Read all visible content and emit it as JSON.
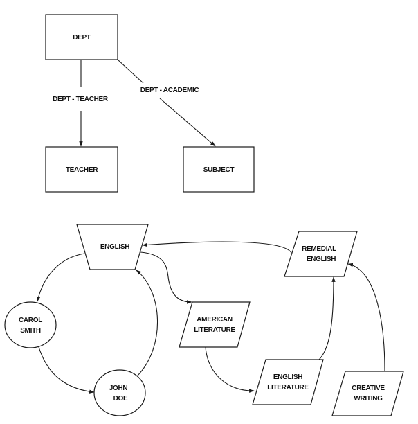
{
  "diagram": {
    "top_schema": {
      "nodes": [
        {
          "id": "dept",
          "label": "DEPT",
          "shape": "rectangle"
        },
        {
          "id": "teacher",
          "label": "TEACHER",
          "shape": "rectangle"
        },
        {
          "id": "subject",
          "label": "SUBJECT",
          "shape": "rectangle"
        }
      ],
      "edges": [
        {
          "from": "dept",
          "to": "teacher",
          "label": "DEPT - TEACHER"
        },
        {
          "from": "dept",
          "to": "subject",
          "label": "DEPT - ACADEMIC"
        }
      ]
    },
    "bottom_instance": {
      "nodes": [
        {
          "id": "english",
          "label": [
            "ENGLISH"
          ],
          "shape": "trapezoid"
        },
        {
          "id": "carol_smith",
          "label": [
            "CAROL",
            "SMITH"
          ],
          "shape": "ellipse"
        },
        {
          "id": "john_doe",
          "label": [
            "JOHN",
            "DOE"
          ],
          "shape": "ellipse"
        },
        {
          "id": "american_literature",
          "label": [
            "AMERICAN",
            "LITERATURE"
          ],
          "shape": "parallelogram"
        },
        {
          "id": "english_literature",
          "label": [
            "ENGLISH",
            "LITERATURE"
          ],
          "shape": "parallelogram"
        },
        {
          "id": "remedial_english",
          "label": [
            "REMEDIAL",
            "ENGLISH"
          ],
          "shape": "parallelogram"
        },
        {
          "id": "creative_writing",
          "label": [
            "CREATIVE",
            "WRITING"
          ],
          "shape": "parallelogram"
        }
      ],
      "edges": [
        {
          "from": "english",
          "to": "carol_smith"
        },
        {
          "from": "carol_smith",
          "to": "john_doe"
        },
        {
          "from": "john_doe",
          "to": "english"
        },
        {
          "from": "english",
          "to": "american_literature"
        },
        {
          "from": "american_literature",
          "to": "english_literature"
        },
        {
          "from": "english_literature",
          "to": "remedial_english"
        },
        {
          "from": "creative_writing",
          "to": "remedial_english"
        },
        {
          "from": "remedial_english",
          "to": "english"
        }
      ]
    }
  }
}
